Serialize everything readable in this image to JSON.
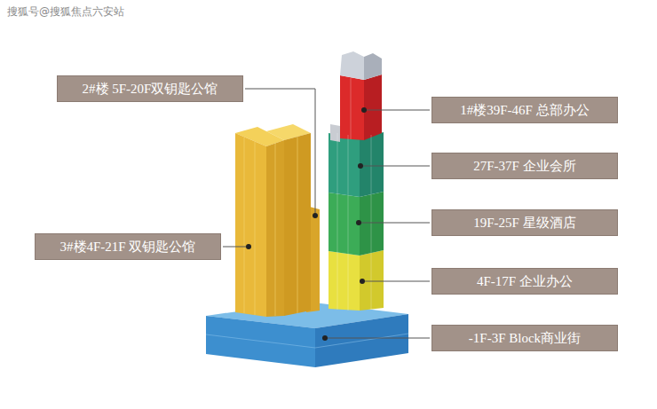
{
  "diagram": {
    "nodes": [
      {
        "text": [
          "2#楼 5F-20F双钥匙公馆"
        ]
      },
      {
        "text": [
          "1#楼39F-46F 总部办公"
        ]
      },
      {
        "text": [
          "27F-37F 企业会所"
        ]
      },
      {
        "text": [
          "19F-25F 星级酒店"
        ]
      },
      {
        "text": [
          "3#楼4F-21F 双钥匙公馆"
        ]
      },
      {
        "text": [
          "4F-17F 企业办公"
        ]
      },
      {
        "text": [
          "-1F-3F Block商业街"
        ]
      }
    ],
    "labels": [
      "搜狐号@搜狐焦点六安站"
    ]
  }
}
